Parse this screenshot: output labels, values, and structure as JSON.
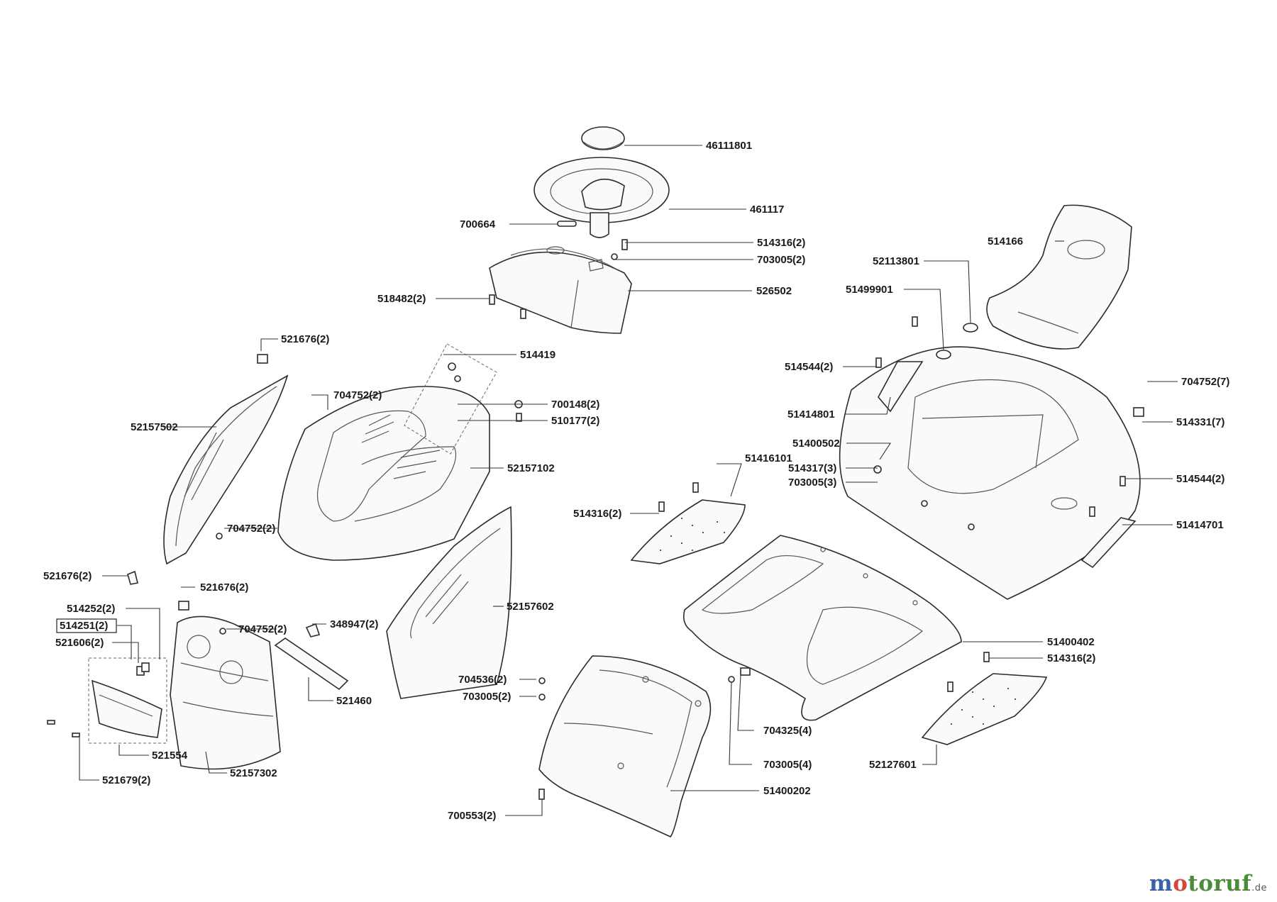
{
  "labels": [
    {
      "id": "46111801",
      "text": "46111801"
    },
    {
      "id": "461117",
      "text": "461117"
    },
    {
      "id": "700664",
      "text": "700664"
    },
    {
      "id": "514316_2_a",
      "text": "514316(2)"
    },
    {
      "id": "703005_2",
      "text": "703005(2)"
    },
    {
      "id": "518482_2",
      "text": "518482(2)"
    },
    {
      "id": "526502",
      "text": "526502"
    },
    {
      "id": "514166",
      "text": "514166"
    },
    {
      "id": "52113801",
      "text": "52113801"
    },
    {
      "id": "51499901",
      "text": "51499901"
    },
    {
      "id": "514544_2_a",
      "text": "514544(2)"
    },
    {
      "id": "704752_7",
      "text": "704752(7)"
    },
    {
      "id": "51414801",
      "text": "51414801"
    },
    {
      "id": "514331_7",
      "text": "514331(7)"
    },
    {
      "id": "51400502",
      "text": "51400502"
    },
    {
      "id": "51416101",
      "text": "51416101"
    },
    {
      "id": "514317_3",
      "text": "514317(3)"
    },
    {
      "id": "703005_3",
      "text": "703005(3)"
    },
    {
      "id": "514544_2_b",
      "text": "514544(2)"
    },
    {
      "id": "514316_2_b",
      "text": "514316(2)"
    },
    {
      "id": "51414701",
      "text": "51414701"
    },
    {
      "id": "521676_2_a",
      "text": "521676(2)"
    },
    {
      "id": "514419",
      "text": "514419"
    },
    {
      "id": "704752_2_a",
      "text": "704752(2)"
    },
    {
      "id": "700148_2",
      "text": "700148(2)"
    },
    {
      "id": "510177_2",
      "text": "510177(2)"
    },
    {
      "id": "52157502",
      "text": "52157502"
    },
    {
      "id": "52157102",
      "text": "52157102"
    },
    {
      "id": "704752_2_b",
      "text": "704752(2)"
    },
    {
      "id": "521676_2_b",
      "text": "521676(2)"
    },
    {
      "id": "521676_2_c",
      "text": "521676(2)"
    },
    {
      "id": "514252_2",
      "text": "514252(2)"
    },
    {
      "id": "514251_2",
      "text": "514251(2)"
    },
    {
      "id": "704752_2_c",
      "text": "704752(2)"
    },
    {
      "id": "348947_2",
      "text": "348947(2)"
    },
    {
      "id": "521606_2",
      "text": "521606(2)"
    },
    {
      "id": "52157602",
      "text": "52157602"
    },
    {
      "id": "521460",
      "text": "521460"
    },
    {
      "id": "704536_2",
      "text": "704536(2)"
    },
    {
      "id": "703005_2_b",
      "text": "703005(2)"
    },
    {
      "id": "51400402",
      "text": "51400402"
    },
    {
      "id": "514316_2_c",
      "text": "514316(2)"
    },
    {
      "id": "521554",
      "text": "521554"
    },
    {
      "id": "52157302",
      "text": "52157302"
    },
    {
      "id": "704325_4",
      "text": "704325(4)"
    },
    {
      "id": "703005_4",
      "text": "703005(4)"
    },
    {
      "id": "52127601",
      "text": "52127601"
    },
    {
      "id": "521679_2",
      "text": "521679(2)"
    },
    {
      "id": "51400202",
      "text": "51400202"
    },
    {
      "id": "700553_2",
      "text": "700553(2)"
    }
  ],
  "brand": {
    "m": "m",
    "o": "o",
    "t": "toruf",
    "de": ".de"
  }
}
